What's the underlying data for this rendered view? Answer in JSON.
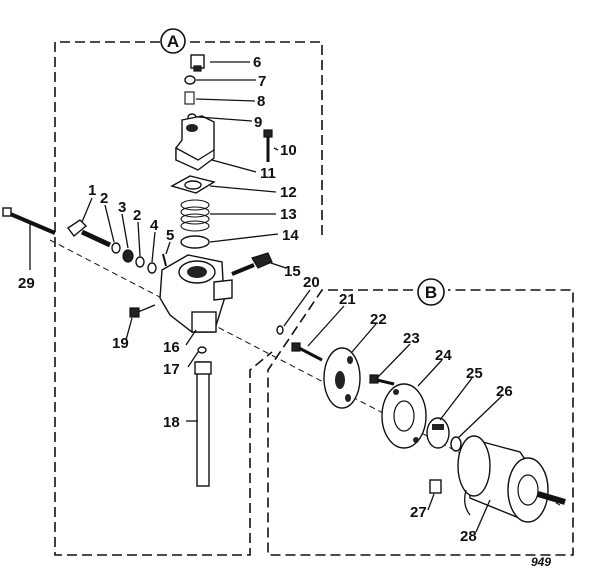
{
  "sections": {
    "a": "A",
    "b": "B"
  },
  "drawing_code": "949",
  "parts": {
    "p1": "1",
    "p2a": "2",
    "p2b": "2",
    "p3": "3",
    "p4": "4",
    "p5": "5",
    "p6": "6",
    "p7": "7",
    "p8": "8",
    "p9": "9",
    "p10": "10",
    "p11": "11",
    "p12": "12",
    "p13": "13",
    "p14": "14",
    "p15": "15",
    "p16": "16",
    "p17": "17",
    "p18": "18",
    "p19": "19",
    "p20": "20",
    "p21": "21",
    "p22": "22",
    "p23": "23",
    "p24": "24",
    "p25": "25",
    "p26": "26",
    "p27": "27",
    "p28": "28",
    "p29": "29"
  }
}
